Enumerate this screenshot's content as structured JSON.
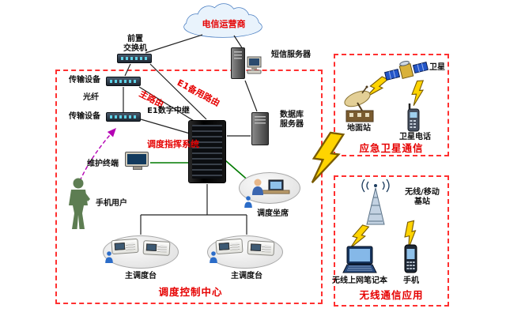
{
  "labels": {
    "cloud": "电信运营商",
    "front_switch": "前置\n交换机",
    "sms_server": "短信服务器",
    "transmission_top": "传输设备",
    "fiber": "光纤",
    "main_route": "主路由",
    "e1_backup_route": "E1备用路由",
    "transmission_bottom": "传输设备",
    "e1_trunk": "E1数字中继",
    "dispatch_system": "调度指挥系统",
    "db_server": "数据库\n服务器",
    "maintenance_terminal": "维护终端",
    "mobile_user": "手机用户",
    "dispatch_seat": "调度坐席",
    "console_left": "主调度台",
    "console_right": "主调度台",
    "control_center": "调度控制中心",
    "satellite": "卫星",
    "ground_station": "地面站",
    "satellite_phone": "卫星电话",
    "emergency_satellite": "应急卫星通信",
    "base_station": "无线/移动\n基站",
    "wireless_laptop": "无线上网笔记本",
    "mobile_phone": "手机",
    "wireless_app": "无线通信应用"
  },
  "icons": {
    "telecom_cloud": "cloud-shape",
    "lightning": "⚡",
    "satellite": "satellite-with-solar-panels",
    "ground_station": "dish-antenna-on-building",
    "base_station": "lattice-tower-with-radio-waves",
    "person_green": "standing-person-silhouette",
    "person_blue": "operator-person-silhouette"
  },
  "colors": {
    "background": "#ffffff",
    "label_red": "#e60000",
    "box_border_red": "#ff3030",
    "line_black": "#222222",
    "line_green": "#007a00",
    "line_purple": "#b400b4",
    "lightning_yellow": "#ffd400"
  }
}
